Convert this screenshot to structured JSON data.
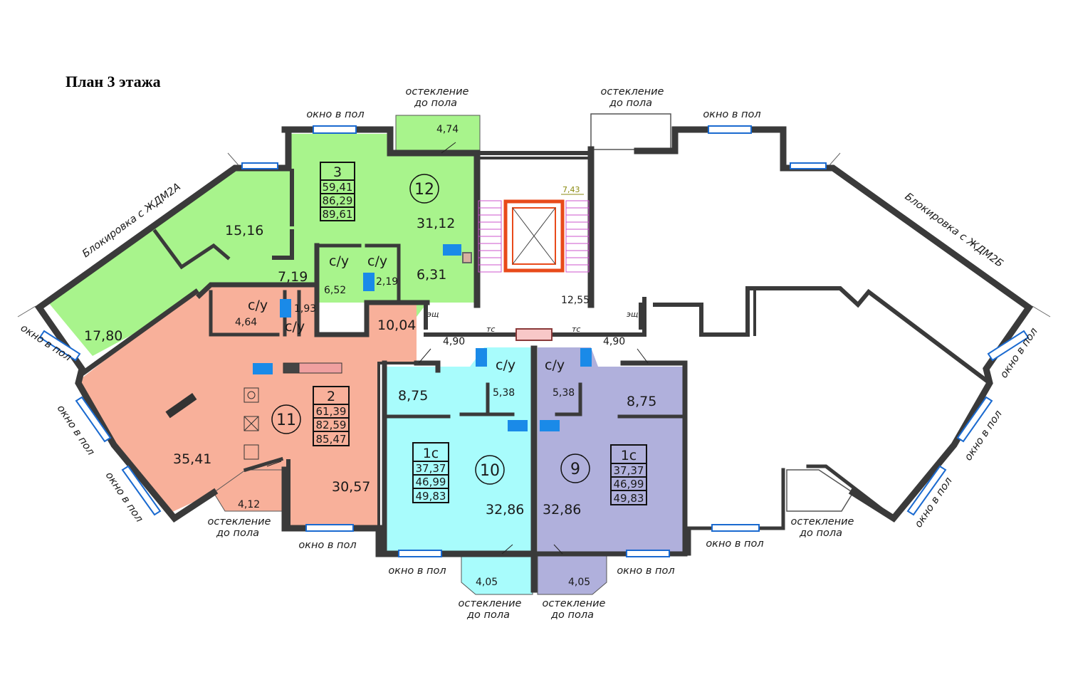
{
  "page_title": "План 3 этажа",
  "colors": {
    "apt12": "#a8f48c",
    "apt11": "#f8b09a",
    "apt10": "#a8fcfc",
    "apt9": "#b0b0dc",
    "wall": "#3a3a3a",
    "lift": "#e84a1a",
    "stairs": "#cc55cc",
    "window": "#1a6ad0",
    "riser": "#1a8ae8"
  },
  "apartments": [
    {
      "number": "12",
      "rooms": "3",
      "areas": [
        "59,41",
        "86,29",
        "89,61"
      ]
    },
    {
      "number": "11",
      "rooms": "2",
      "areas": [
        "61,39",
        "82,59",
        "85,47"
      ]
    },
    {
      "number": "10",
      "rooms": "1с",
      "areas": [
        "37,37",
        "46,99",
        "49,83"
      ]
    },
    {
      "number": "9",
      "rooms": "1с",
      "areas": [
        "37,37",
        "46,99",
        "49,83"
      ]
    }
  ],
  "room_areas": {
    "a474": "4,74",
    "a3112": "31,12",
    "a1516": "15,16",
    "a719": "7,19",
    "a652": "6,52",
    "a219": "2,19",
    "a631": "6,31",
    "a1780": "17,80",
    "a464": "4,64",
    "a193": "1,93",
    "a1004": "10,04",
    "a3541": "35,41",
    "a3057": "30,57",
    "a412": "4,12",
    "a875l": "8,75",
    "a538l": "5,38",
    "a3286l": "32,86",
    "a405l": "4,05",
    "a875r": "8,75",
    "a538r": "5,38",
    "a3286r": "32,86",
    "a405r": "4,05",
    "a490l": "4,90",
    "a490r": "4,90",
    "a743": "7,43",
    "a1255": "12,55"
  },
  "labels": {
    "su": "с/у",
    "esch": "эщ",
    "ts": "тс",
    "glazing_1": "остекление",
    "glazing_2": "до пола",
    "window_floor": "окно в пол",
    "block_left": "Блокировка с ЖДМ2А",
    "block_right": "Блокировка с ЖДМ2Б"
  }
}
